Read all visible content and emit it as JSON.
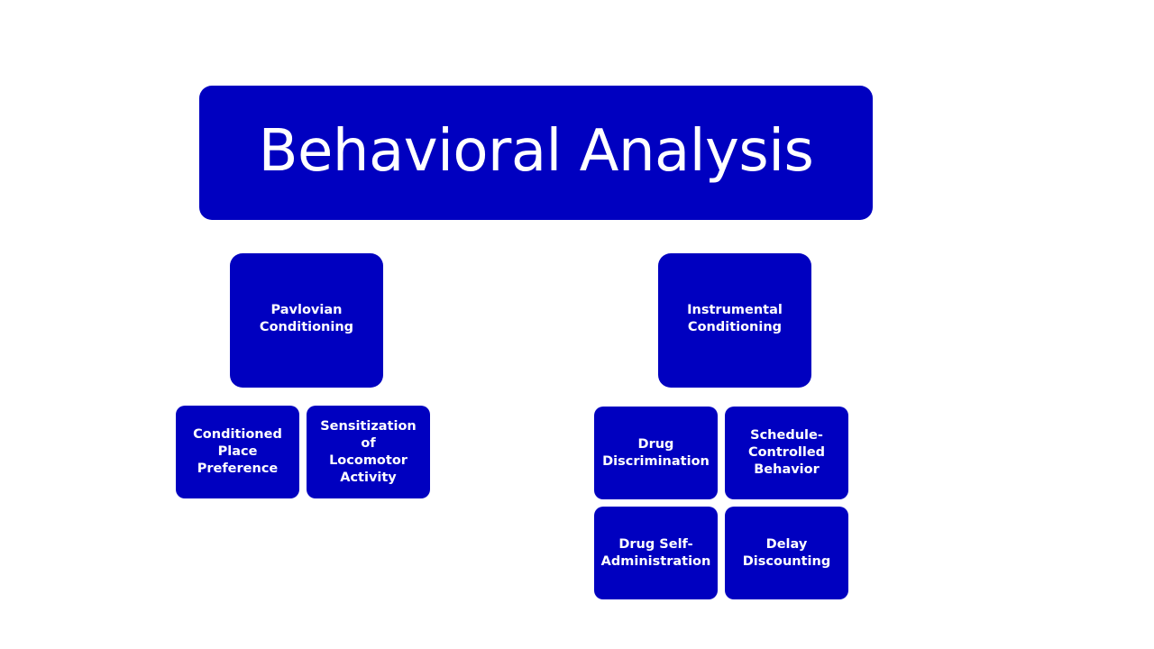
{
  "diagram": {
    "root": {
      "label": "Behavioral Analysis"
    },
    "branches": [
      {
        "label": "Pavlovian\nConditioning",
        "children": [
          {
            "label": "Conditioned\nPlace\nPreference"
          },
          {
            "label": "Sensitization of\nLocomotor\nActivity"
          }
        ]
      },
      {
        "label": "Instrumental\nConditioning",
        "children": [
          {
            "label": "Drug\nDiscrimination"
          },
          {
            "label": "Schedule-\nControlled\nBehavior"
          },
          {
            "label": "Drug Self-\nAdministration"
          },
          {
            "label": "Delay\nDiscounting"
          }
        ]
      }
    ]
  },
  "colors": {
    "box_fill": "#0000c0",
    "text": "#ffffff",
    "background": "#ffffff"
  }
}
